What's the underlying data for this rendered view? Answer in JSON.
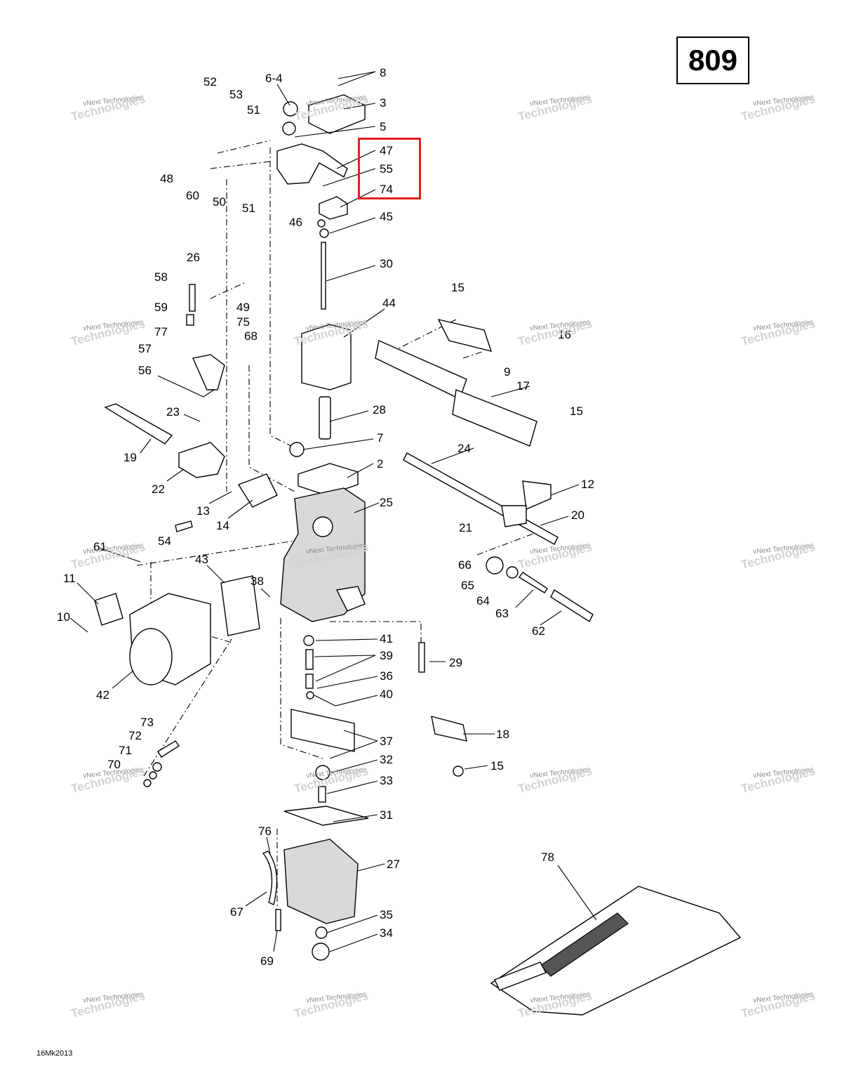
{
  "page_number": "809",
  "footer": "16Mk2013",
  "watermark": {
    "line1": "vNext Technologies",
    "line2": "Technologies"
  },
  "highlight_color": "#e0201c",
  "highlighted_callouts": [
    "47",
    "55",
    "74"
  ],
  "callouts": {
    "c8": "8",
    "c6_4": "6-4",
    "c52": "52",
    "c53": "53",
    "c51a": "51",
    "c3": "3",
    "c5": "5",
    "c47": "47",
    "c55": "55",
    "c74": "74",
    "c48": "48",
    "c60": "60",
    "c50": "50",
    "c51b": "51",
    "c46": "46",
    "c45": "45",
    "c30": "30",
    "c26": "26",
    "c58": "58",
    "c59": "59",
    "c49": "49",
    "c75": "75",
    "c77": "77",
    "c68": "68",
    "c57": "57",
    "c56": "56",
    "c44": "44",
    "c15a": "15",
    "c16": "16",
    "c9": "9",
    "c17": "17",
    "c15b": "15",
    "c23": "23",
    "c28": "28",
    "c19": "19",
    "c7": "7",
    "c22": "22",
    "c2": "2",
    "c24": "24",
    "c12": "12",
    "c13": "13",
    "c14": "14",
    "c25": "25",
    "c21": "21",
    "c20": "20",
    "c54": "54",
    "c61": "61",
    "c43": "43",
    "c66": "66",
    "c65": "65",
    "c64": "64",
    "c63": "63",
    "c11": "11",
    "c38": "38",
    "c62": "62",
    "c10": "10",
    "c41": "41",
    "c39": "39",
    "c29": "29",
    "c42": "42",
    "c36": "36",
    "c40": "40",
    "c73": "73",
    "c18": "18",
    "c72": "72",
    "c37": "37",
    "c71": "71",
    "c32": "32",
    "c70": "70",
    "c15c": "15",
    "c33": "33",
    "c31": "31",
    "c76": "76",
    "c78": "78",
    "c27": "27",
    "c67": "67",
    "c35": "35",
    "c34": "34",
    "c69": "69"
  }
}
